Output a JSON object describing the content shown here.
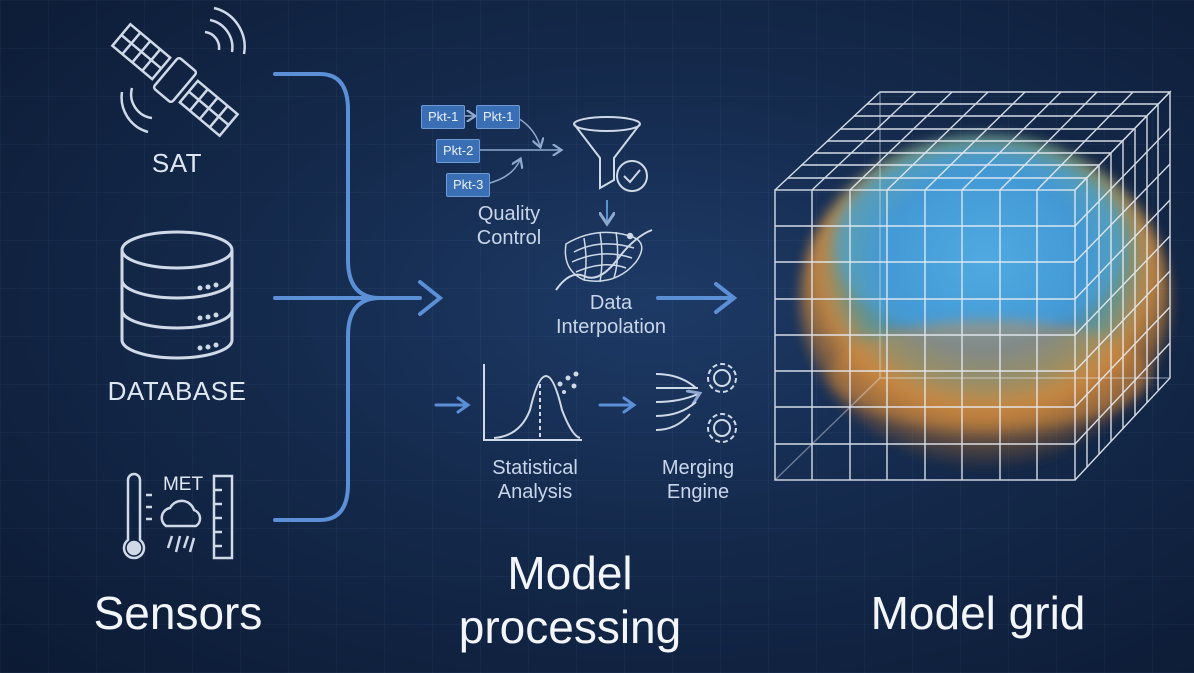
{
  "sources": {
    "sat_label": "SAT",
    "database_label": "DATABASE",
    "met_label": "MET"
  },
  "processing": {
    "packets": [
      "Pkt-1",
      "Pkt-1",
      "Pkt-2",
      "Pkt-3"
    ],
    "quality_control": [
      "Quality",
      "Control"
    ],
    "data_interpolation": [
      "Data",
      "Interpolation"
    ],
    "statistical_analysis": [
      "Statistical",
      "Analysis"
    ],
    "merging_engine": [
      "Merging",
      "Engine"
    ]
  },
  "titles": {
    "sensors": "Sensors",
    "model_processing": [
      "Model",
      "processing"
    ],
    "model_grid": "Model grid"
  },
  "colors": {
    "arrow": "#5b8fd6",
    "icon_stroke": "#cfd9e8",
    "grid_line": "#e9eef6",
    "blob_top": "#4aa6e0",
    "blob_bottom": "#d48a3c"
  }
}
